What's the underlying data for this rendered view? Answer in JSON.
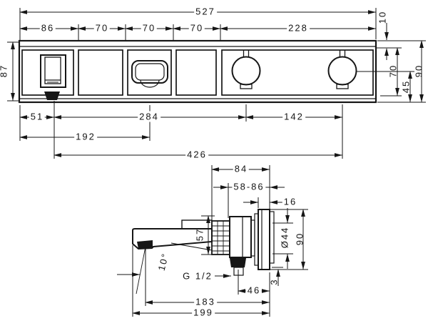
{
  "drawing": {
    "front_view": {
      "total_width": "527",
      "seg_86": "86",
      "seg_70a": "70",
      "seg_70b": "70",
      "seg_70c": "70",
      "seg_228": "228",
      "height_left": "87",
      "top_offset": "10",
      "handle_top_to_bottom": "70",
      "handle_center_to_bottom": "45",
      "height_right": "90",
      "outlet_offset": "51",
      "outlet_to_handle1": "284",
      "handle_spacing": "142",
      "left_to_thermostat": "192",
      "outlet_to_handle2": "426"
    },
    "side_view": {
      "block_depth": "84",
      "wall_distance_range": "58-86",
      "plate_depth": "16",
      "block_height": "57",
      "sleeve_diameter": "Ø44",
      "plate_height": "90",
      "plate_gap": "3",
      "supply_to_wall": "46",
      "thread_label": "G 1/2",
      "aerator_to_wall": "183",
      "tip_to_wall": "199",
      "spout_angle": "10°"
    }
  }
}
